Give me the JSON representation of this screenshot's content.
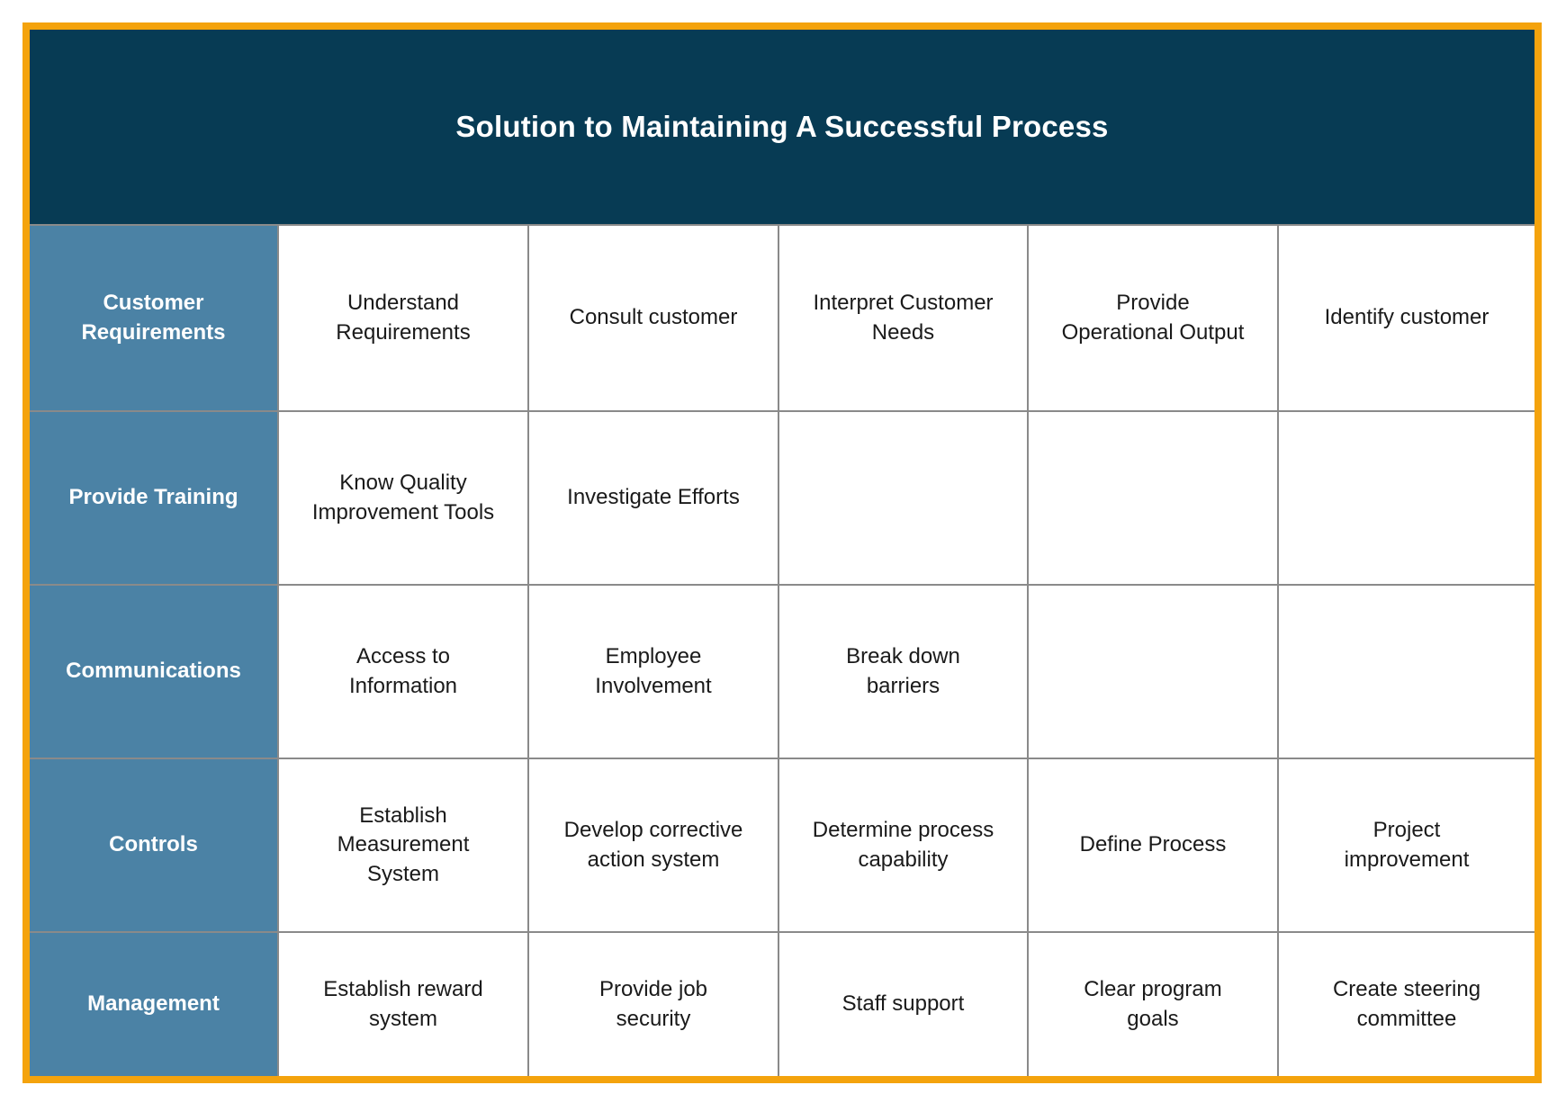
{
  "title": "Solution to Maintaining A Successful Process",
  "colors": {
    "page_bg": "#ffffff",
    "frame_border": "#f4a30d",
    "banner_bg": "#073b54",
    "header_col_bg": "#4b82a5",
    "grid_line": "#8a8a8a",
    "title_color": "#ffffff",
    "header_text": "#ffffff",
    "cell_text": "#1a1a1a",
    "cell_bg": "#ffffff"
  },
  "table": {
    "rows": [
      {
        "header": "Customer\nRequirements",
        "cells": [
          "Understand\nRequirements",
          "Consult customer",
          "Interpret Customer\nNeeds",
          "Provide\nOperational Output",
          "Identify customer"
        ]
      },
      {
        "header": "Provide Training",
        "cells": [
          "Know Quality\nImprovement Tools",
          "Investigate Efforts",
          "",
          "",
          ""
        ]
      },
      {
        "header": "Communications",
        "cells": [
          "Access to\nInformation",
          "Employee\nInvolvement",
          "Break down\nbarriers",
          "",
          ""
        ]
      },
      {
        "header": "Controls",
        "cells": [
          "Establish\nMeasurement\nSystem",
          "Develop corrective\naction system",
          "Determine process\ncapability",
          "Define Process",
          "Project\nimprovement"
        ]
      },
      {
        "header": "Management",
        "cells": [
          "Establish reward\nsystem",
          "Provide job\nsecurity",
          "Staff support",
          "Clear program\ngoals",
          "Create steering\ncommittee"
        ]
      }
    ]
  }
}
